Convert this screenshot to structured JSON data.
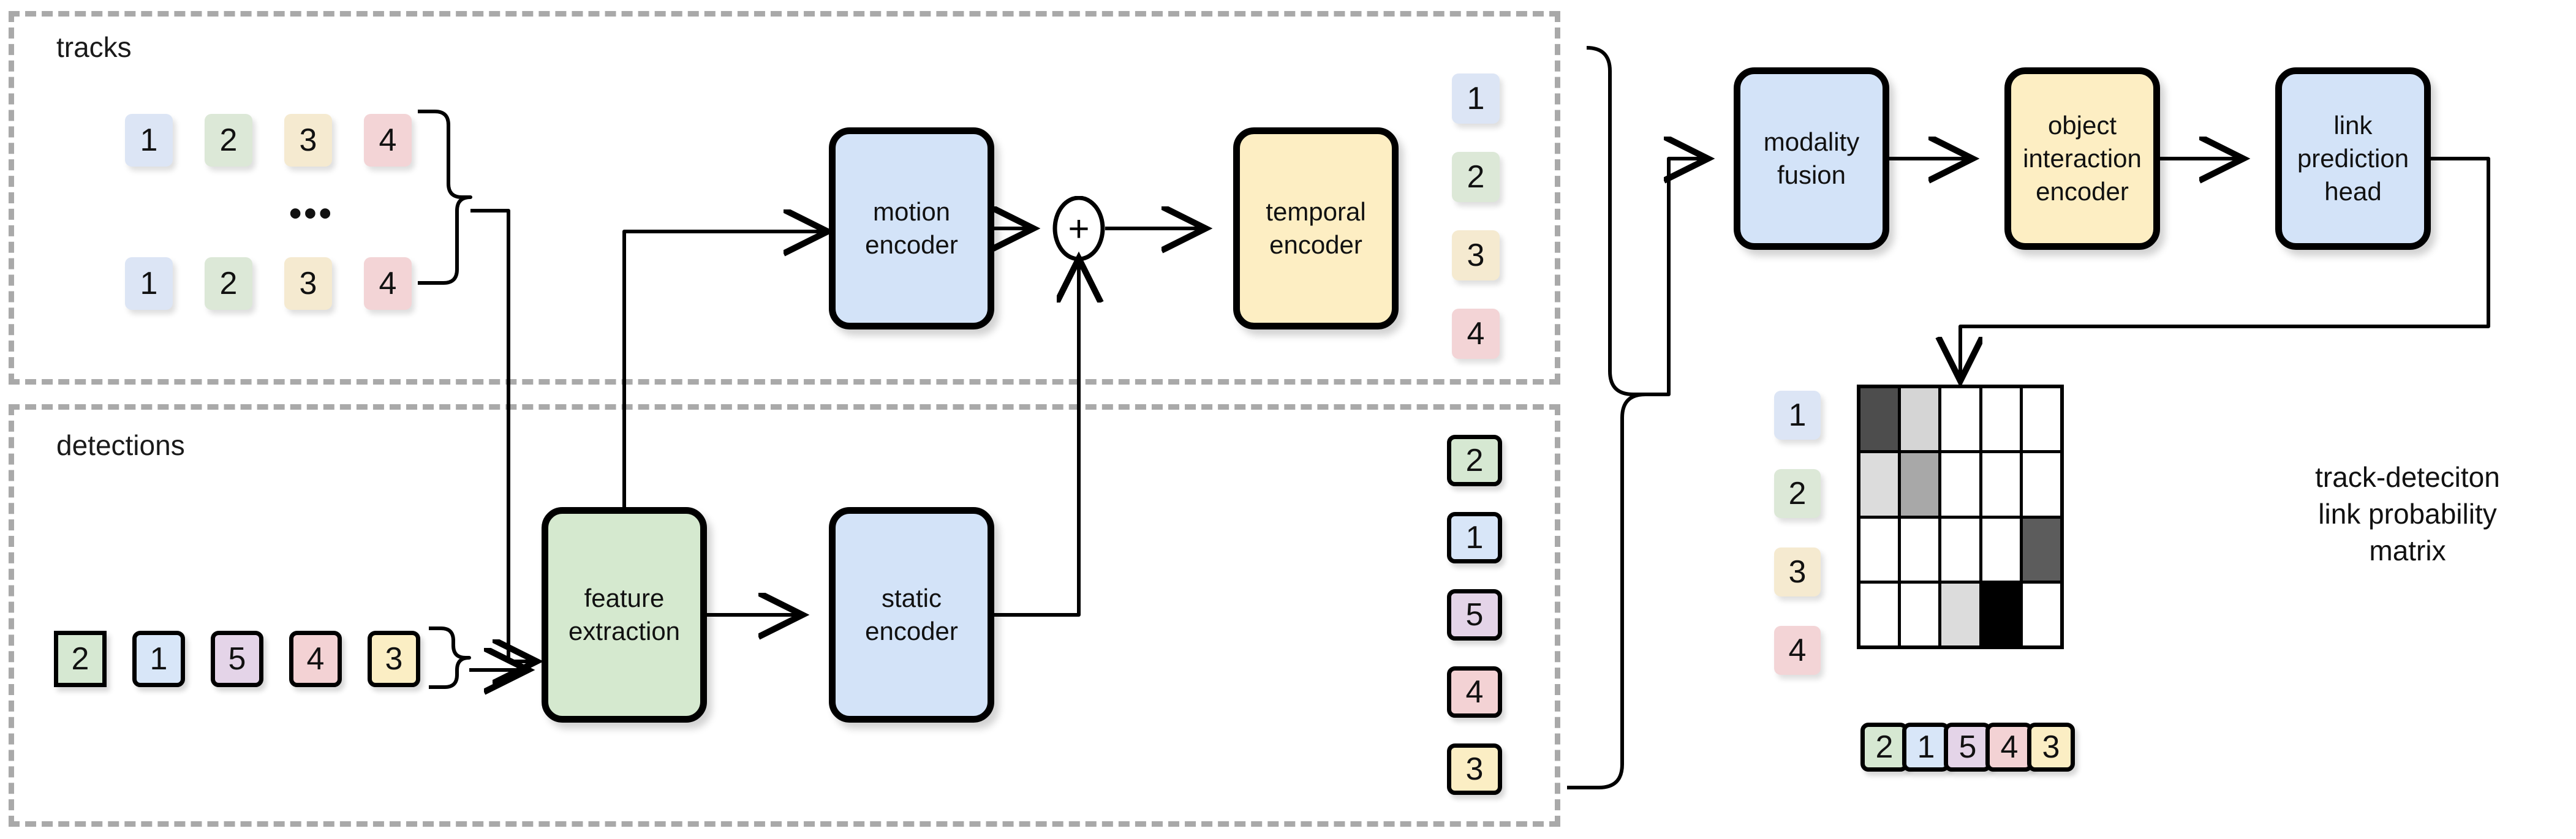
{
  "groups": {
    "tracks": {
      "label": "tracks"
    },
    "detections": {
      "label": "detections"
    }
  },
  "tracks": {
    "row1": [
      {
        "value": "1",
        "color": "#dce5f5"
      },
      {
        "value": "2",
        "color": "#dce8d7"
      },
      {
        "value": "3",
        "color": "#f5ead0"
      },
      {
        "value": "4",
        "color": "#f3d4d6"
      }
    ],
    "ellipsis": "•••",
    "row2": [
      {
        "value": "1",
        "color": "#dce5f5"
      },
      {
        "value": "2",
        "color": "#dce8d7"
      },
      {
        "value": "3",
        "color": "#f5ead0"
      },
      {
        "value": "4",
        "color": "#f3d4d6"
      }
    ]
  },
  "detections": {
    "input": [
      {
        "value": "2",
        "color": "#d6e8d2",
        "sharp": true
      },
      {
        "value": "1",
        "color": "#d8e6f8",
        "sharp": false
      },
      {
        "value": "5",
        "color": "#e4d4e8",
        "sharp": false
      },
      {
        "value": "4",
        "color": "#f3d2d4",
        "sharp": false
      },
      {
        "value": "3",
        "color": "#fbeec4",
        "sharp": false
      }
    ]
  },
  "blocks": {
    "motion_encoder": {
      "label": "motion\nencoder",
      "color": "#d3e3f8"
    },
    "temporal_encoder": {
      "label": "temporal\nencoder",
      "color": "#fdeec3"
    },
    "feature_extraction": {
      "label": "feature\nextraction",
      "color": "#d5e9cf"
    },
    "static_encoder": {
      "label": "static\nencoder",
      "color": "#d3e3f8"
    },
    "modality_fusion": {
      "label": "modality\nfusion",
      "color": "#d3e3f8"
    },
    "object_interaction": {
      "label": "object\ninteraction\nencoder",
      "color": "#fdeec3"
    },
    "link_prediction": {
      "label": "link\nprediction\nhead",
      "color": "#d3e3f8"
    }
  },
  "sum_node": {
    "symbol": "+"
  },
  "track_tokens": [
    {
      "value": "1",
      "color": "#dce5f5"
    },
    {
      "value": "2",
      "color": "#dce8d7"
    },
    {
      "value": "3",
      "color": "#f5ead0"
    },
    {
      "value": "4",
      "color": "#f3d4d6"
    }
  ],
  "detection_tokens": [
    {
      "value": "2",
      "color": "#d6e8d2"
    },
    {
      "value": "1",
      "color": "#d8e6f8"
    },
    {
      "value": "5",
      "color": "#e4d4e8"
    },
    {
      "value": "4",
      "color": "#f3d2d4"
    },
    {
      "value": "3",
      "color": "#fbeec4"
    }
  ],
  "matrix_caption": "track-deteciton\nlink probability\nmatrix",
  "chart_data": {
    "type": "heatmap",
    "title": "track-deteciton link probability matrix",
    "row_labels": [
      "1",
      "2",
      "3",
      "4"
    ],
    "col_labels": [
      "2",
      "1",
      "5",
      "4",
      "3"
    ],
    "row_label_colors": [
      "#dce5f5",
      "#dce8d7",
      "#f5ead0",
      "#f3d4d6"
    ],
    "col_label_colors": [
      "#d6e8d2",
      "#d8e6f8",
      "#e4d4e8",
      "#f3d2d4",
      "#fbeec4"
    ],
    "values": [
      [
        0.7,
        0.17,
        0.0,
        0.0,
        0.0
      ],
      [
        0.14,
        0.34,
        0.0,
        0.0,
        0.0
      ],
      [
        0.0,
        0.0,
        0.0,
        0.0,
        0.64
      ],
      [
        0.0,
        0.0,
        0.14,
        1.0,
        0.0
      ]
    ],
    "cell_colors": [
      [
        "#4d4d4d",
        "#d5d5d5",
        "#ffffff",
        "#ffffff",
        "#ffffff"
      ],
      [
        "#dcdcdc",
        "#a8a8a8",
        "#ffffff",
        "#ffffff",
        "#ffffff"
      ],
      [
        "#ffffff",
        "#ffffff",
        "#ffffff",
        "#ffffff",
        "#5c5c5c"
      ],
      [
        "#ffffff",
        "#ffffff",
        "#dcdcdc",
        "#000000",
        "#ffffff"
      ]
    ],
    "colormap": "grayscale_inverted",
    "vmin": 0.0,
    "vmax": 1.0,
    "grid": true,
    "legend": "none"
  }
}
